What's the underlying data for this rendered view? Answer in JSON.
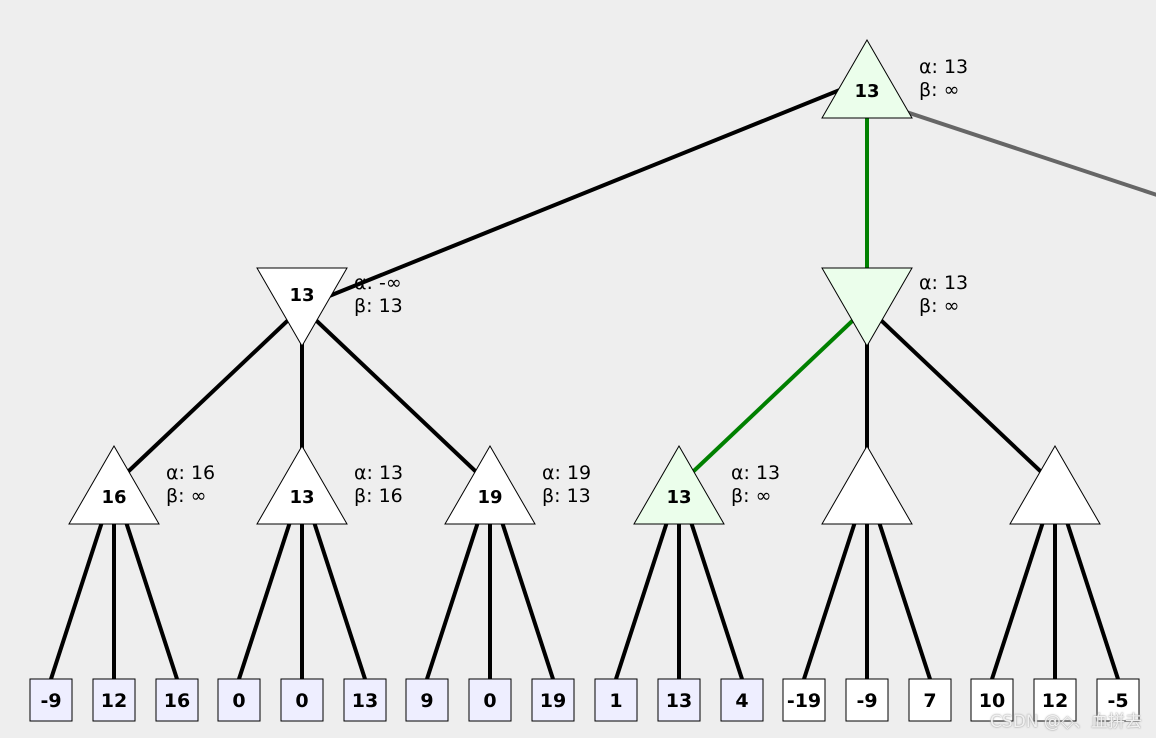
{
  "colors": {
    "background": "#eeeeee",
    "edge": "#000000",
    "edge_best": "#008000",
    "edge_partial": "#666666",
    "node_fill": "#ffffff",
    "node_fill_best": "#ebfeeb",
    "leaf_fill_visited": "#eeeeff",
    "leaf_fill_unvisited": "#ffffff"
  },
  "root": {
    "kind": "max",
    "value": "13",
    "alpha": "α: 13",
    "beta": "β: ∞",
    "best": true
  },
  "level1": [
    {
      "kind": "min",
      "value": "13",
      "alpha": "α: -∞",
      "beta": "β: 13",
      "best": false
    },
    {
      "kind": "min",
      "value": "",
      "alpha": "α: 13",
      "beta": "β: ∞",
      "best": true
    }
  ],
  "level2": [
    {
      "kind": "max",
      "value": "16",
      "alpha": "α: 16",
      "beta": "β: ∞",
      "best": false
    },
    {
      "kind": "max",
      "value": "13",
      "alpha": "α: 13",
      "beta": "β: 16",
      "best": false
    },
    {
      "kind": "max",
      "value": "19",
      "alpha": "α: 19",
      "beta": "β: 13",
      "best": false
    },
    {
      "kind": "max",
      "value": "13",
      "alpha": "α: 13",
      "beta": "β: ∞",
      "best": true
    },
    {
      "kind": "max",
      "value": "",
      "alpha": "",
      "beta": "",
      "best": false
    },
    {
      "kind": "max",
      "value": "",
      "alpha": "",
      "beta": "",
      "best": false
    }
  ],
  "leaves": [
    {
      "value": "-9",
      "visited": true
    },
    {
      "value": "12",
      "visited": true
    },
    {
      "value": "16",
      "visited": true
    },
    {
      "value": "0",
      "visited": true
    },
    {
      "value": "0",
      "visited": true
    },
    {
      "value": "13",
      "visited": true
    },
    {
      "value": "9",
      "visited": true
    },
    {
      "value": "0",
      "visited": true
    },
    {
      "value": "19",
      "visited": true
    },
    {
      "value": "1",
      "visited": true
    },
    {
      "value": "13",
      "visited": true
    },
    {
      "value": "4",
      "visited": true
    },
    {
      "value": "-19",
      "visited": false
    },
    {
      "value": "-9",
      "visited": false
    },
    {
      "value": "7",
      "visited": false
    },
    {
      "value": "10",
      "visited": false
    },
    {
      "value": "12",
      "visited": false
    },
    {
      "value": "-5",
      "visited": false
    }
  ],
  "edges": {
    "root_to_level1": [
      "normal",
      "best"
    ],
    "root_offscreen": "partial",
    "level1_to_level2": [
      "normal",
      "normal",
      "normal",
      "best",
      "normal",
      "normal"
    ]
  },
  "watermark": "CSDN @◇、血拼去"
}
